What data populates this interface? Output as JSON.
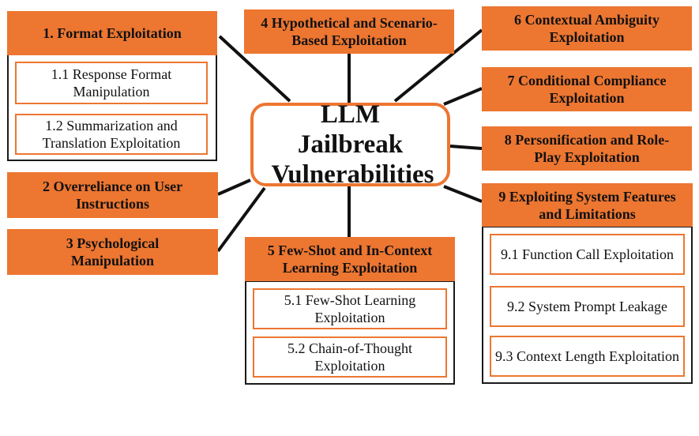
{
  "center": "LLM Jailbreak Vulnerabilities",
  "nodes": {
    "n1": {
      "title": "1. Format Exploitation",
      "subs": [
        "1.1 Response Format Manipulation",
        "1.2 Summarization and Translation Exploitation"
      ]
    },
    "n2": {
      "title": "2 Overreliance on User Instructions"
    },
    "n3": {
      "title": "3 Psychological Manipulation"
    },
    "n4": {
      "title": "4 Hypothetical and Scenario-Based Exploitation"
    },
    "n5": {
      "title": "5 Few-Shot and In-Context Learning Exploitation",
      "subs": [
        "5.1 Few-Shot Learning Exploitation",
        "5.2 Chain-of-Thought Exploitation"
      ]
    },
    "n6": {
      "title": "6 Contextual Ambiguity Exploitation"
    },
    "n7": {
      "title": "7 Conditional Compliance Exploitation"
    },
    "n8": {
      "title": "8 Personification and Role-Play Exploitation"
    },
    "n9": {
      "title": "9 Exploiting System Features and Limitations",
      "subs": [
        "9.1 Function Call Exploitation",
        "9.2 System Prompt Leakage",
        "9.3 Context Length Exploitation"
      ]
    }
  },
  "colors": {
    "accent": "#ed7631",
    "line": "#1a1a1a"
  }
}
